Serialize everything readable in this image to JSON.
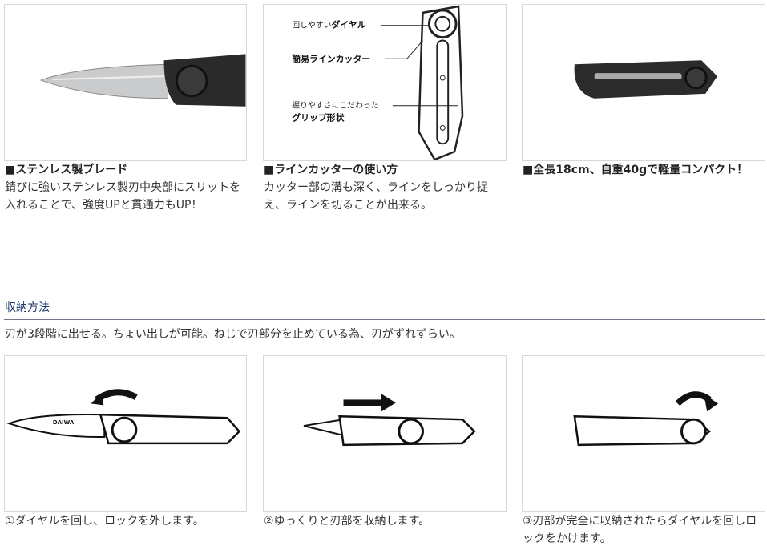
{
  "features": [
    {
      "title": "■ステンレス製ブレード",
      "body": "錆びに強いステンレス製刃中央部にスリットを入れることで、強度UPと貫通力もUP！"
    },
    {
      "title": "■ラインカッターの使い方",
      "body": "カッター部の溝も深く、ラインをしっかり捉え、ラインを切ることが出来る。"
    },
    {
      "title": "■全長18cm、自重40gで軽量コンパクト！",
      "body": ""
    }
  ],
  "diagram": {
    "dial_label": "回しやすいダイヤル",
    "dial_label_bold": "ダイヤル",
    "cutter_label": "簡易ラインカッター",
    "grip_label_1": "握りやすさにこだわった",
    "grip_label_2": "グリップ形状"
  },
  "storage": {
    "heading": "収納方法",
    "lead": "刃が3段階に出せる。ちょい出しが可能。ねじで刃部分を止めている為、刃がずれずらい。",
    "steps": [
      {
        "caption": "①ダイヤルを回し、ロックを外します。"
      },
      {
        "caption": "②ゆっくりと刃部を収納します。"
      },
      {
        "caption": "③刃部が完全に収納されたらダイヤルを回しロックをかけます。"
      }
    ]
  },
  "brand_text": "DAIWA"
}
